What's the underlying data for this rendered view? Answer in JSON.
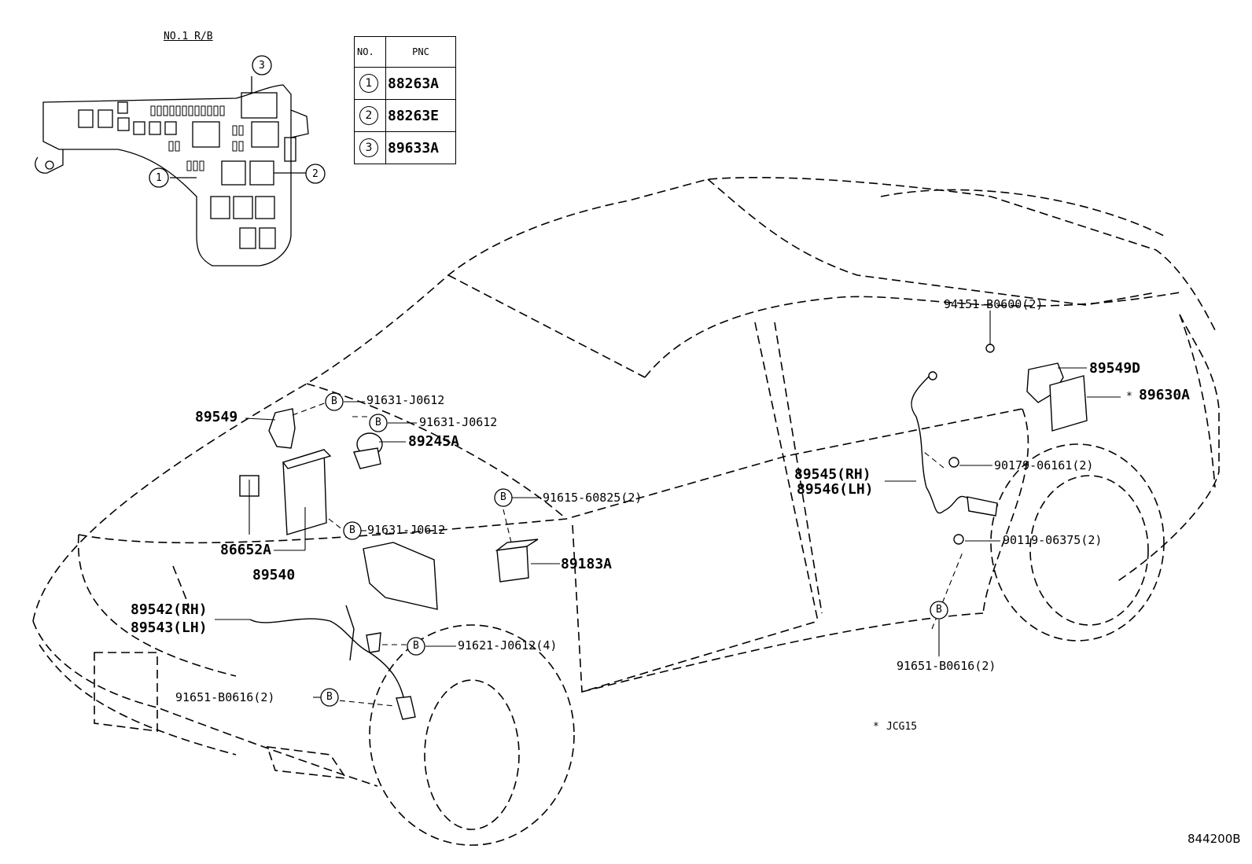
{
  "relay_block": {
    "title": "NO.1 R/B",
    "callouts": [
      "1",
      "2",
      "3"
    ]
  },
  "pnc_table": {
    "headers": [
      "NO.",
      "PNC"
    ],
    "rows": [
      {
        "no": "1",
        "pnc": "88263A"
      },
      {
        "no": "2",
        "pnc": "88263E"
      },
      {
        "no": "3",
        "pnc": "89633A"
      }
    ]
  },
  "bolt_symbol": "B",
  "parts": {
    "p89549": "89549",
    "p91631_a": "91631-J0612",
    "p91631_b": "91631-J0612",
    "p89245A": "89245A",
    "p86652A": "86652A",
    "p89540": "89540",
    "p91631_c": "91631-J0612",
    "p91615": "91615-60825(2)",
    "p89183A": "89183A",
    "p89542": "89542(RH)",
    "p89543": "89543(LH)",
    "p91621": "91621-J0612(4)",
    "p91651_front": "91651-B0616(2)",
    "p94151": "94151-B0600(2)",
    "p89549D": "89549D",
    "p89630A": "89630A",
    "p89545": "89545(RH)",
    "p89546": "89546(LH)",
    "p90179": "90179-06161(2)",
    "p90119": "90119-06375(2)",
    "p91651_rear": "91651-B0616(2)"
  },
  "asterisk": "*",
  "note": "JCG15",
  "figure_id": "844200B"
}
